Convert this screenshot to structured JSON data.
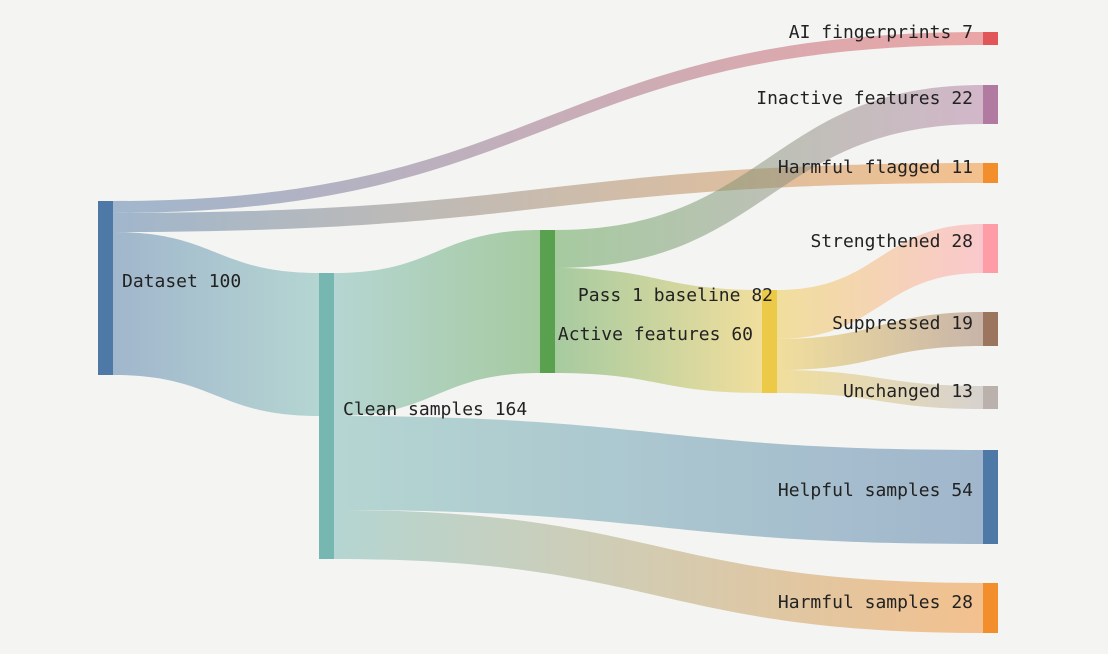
{
  "chart_data": {
    "type": "sankey",
    "title": "",
    "nodes": [
      {
        "id": "dataset",
        "label": "Dataset 100",
        "value": 100,
        "color": "#4e79a7"
      },
      {
        "id": "clean",
        "label": "Clean samples 164",
        "value": 164,
        "color": "#76b7b2"
      },
      {
        "id": "active",
        "label": "Active features 60",
        "value": 60,
        "color": "#59a14f"
      },
      {
        "id": "pass1",
        "label": "Pass 1 baseline 82",
        "value": 82,
        "color": "#edc948"
      },
      {
        "id": "ai",
        "label": "AI fingerprints 7",
        "value": 7,
        "color": "#e15759"
      },
      {
        "id": "inactive",
        "label": "Inactive features 22",
        "value": 22,
        "color": "#b07aa1"
      },
      {
        "id": "harmful_flagged",
        "label": "Harmful flagged 11",
        "value": 11,
        "color": "#f28e2b"
      },
      {
        "id": "strengthened",
        "label": "Strengthened 28",
        "value": 28,
        "color": "#ff9da7"
      },
      {
        "id": "suppressed",
        "label": "Suppressed 19",
        "value": 19,
        "color": "#9c755f"
      },
      {
        "id": "unchanged",
        "label": "Unchanged 13",
        "value": 13,
        "color": "#bab0ac"
      },
      {
        "id": "helpful",
        "label": "Helpful samples 54",
        "value": 54,
        "color": "#4e79a7"
      },
      {
        "id": "harmful_samples",
        "label": "Harmful samples 28",
        "value": 28,
        "color": "#f28e2b"
      }
    ],
    "links": [
      {
        "source": "dataset",
        "target": "ai",
        "value": 7
      },
      {
        "source": "dataset",
        "target": "harmful_flagged",
        "value": 11
      },
      {
        "source": "dataset",
        "target": "clean",
        "value": 82
      },
      {
        "source": "clean",
        "target": "active",
        "value": 82
      },
      {
        "source": "clean",
        "target": "helpful",
        "value": 54
      },
      {
        "source": "clean",
        "target": "harmful_samples",
        "value": 28
      },
      {
        "source": "active",
        "target": "inactive",
        "value": 22
      },
      {
        "source": "active",
        "target": "pass1",
        "value": 60
      },
      {
        "source": "pass1",
        "target": "strengthened",
        "value": 28
      },
      {
        "source": "pass1",
        "target": "suppressed",
        "value": 19
      },
      {
        "source": "pass1",
        "target": "unchanged",
        "value": 13
      }
    ]
  }
}
